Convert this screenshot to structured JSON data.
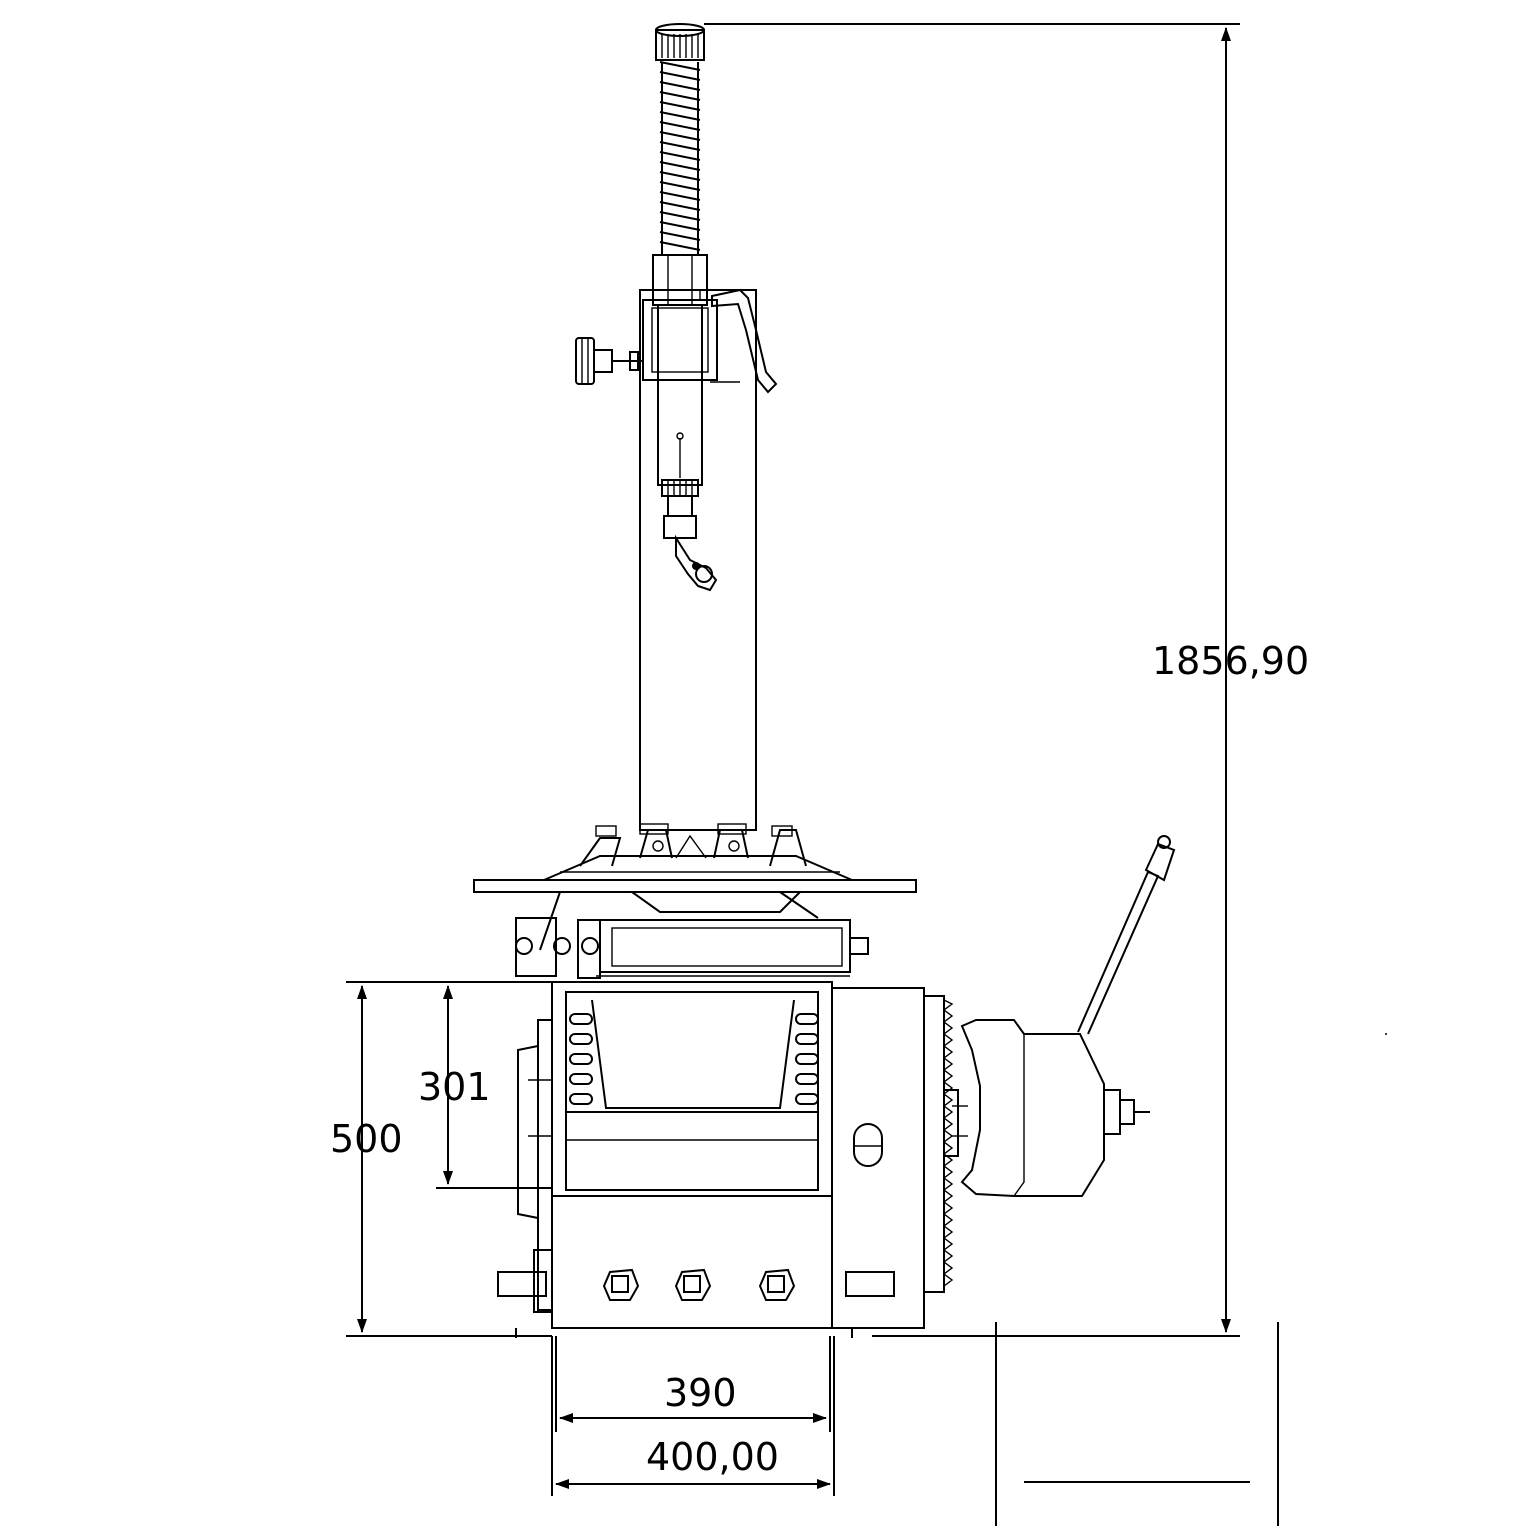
{
  "dimensions": {
    "overall_height": "1856,90",
    "base_height": "500",
    "cabinet_inner_height": "301",
    "cabinet_width": "390",
    "cabinet_outer_width": "400,00"
  }
}
